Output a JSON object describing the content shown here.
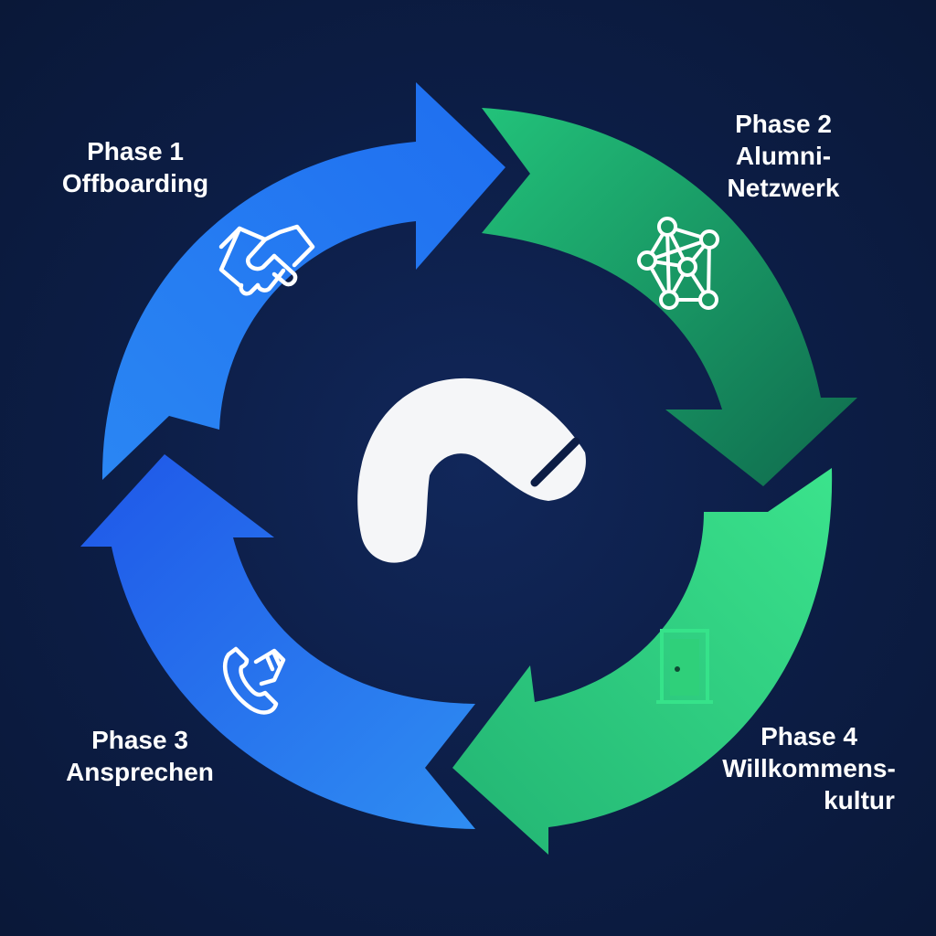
{
  "phases": [
    {
      "id": 1,
      "title": "Phase 1",
      "name": "Offboarding",
      "icon": "handshake-icon",
      "color": "#2e7bf0"
    },
    {
      "id": 2,
      "title": "Phase 2",
      "name_line1": "Alumni-",
      "name_line2": "Netzwerk",
      "icon": "network-icon",
      "color": "#1fa86b"
    },
    {
      "id": 3,
      "title": "Phase 3",
      "name": "Ansprechen",
      "icon": "phone-icon",
      "color": "#2a6ef0"
    },
    {
      "id": 4,
      "title": "Phase 4",
      "name_line1": "Willkommens-",
      "name_line2": "kultur",
      "icon": "door-icon",
      "color": "#2fd07a"
    }
  ],
  "center_icon": "boomerang-icon",
  "colors": {
    "background": "#0c1d45",
    "blue_light": "#3a8cf5",
    "blue_dark": "#1f5ee6",
    "green_light": "#2ccf7c",
    "green_dark": "#12704f",
    "text": "#ffffff"
  }
}
